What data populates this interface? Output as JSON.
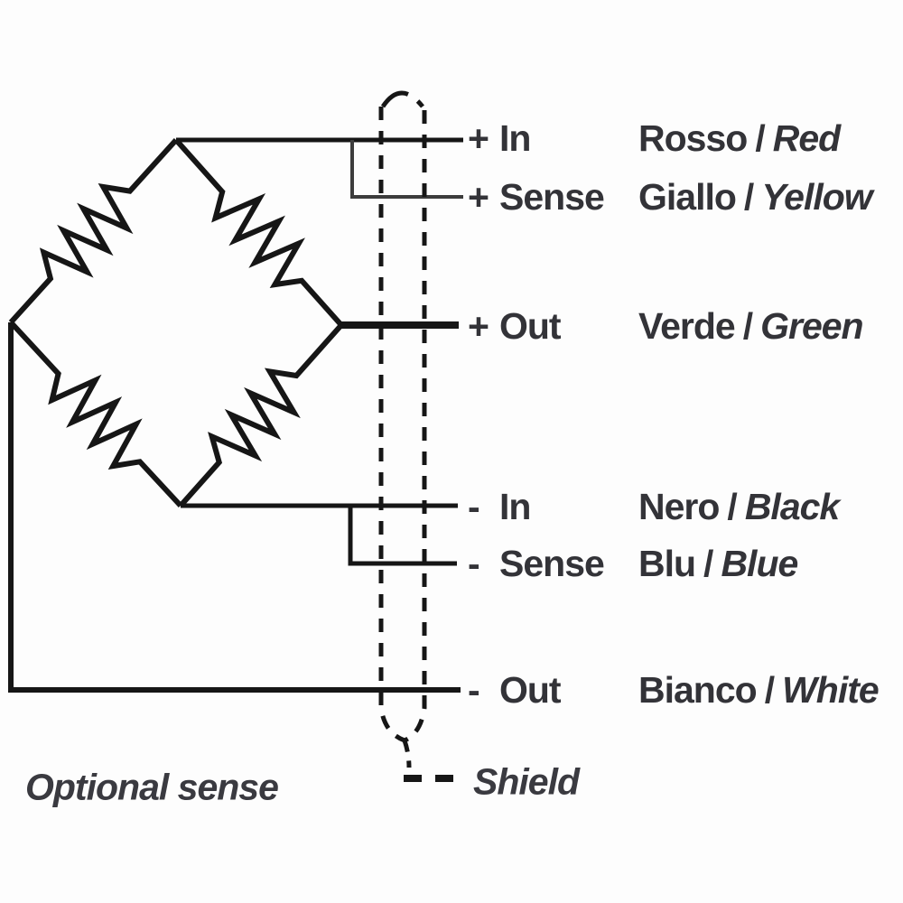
{
  "diagram_kind": "load-cell wheatstone-bridge wiring diagram",
  "separator": "/",
  "connections": [
    {
      "sign": "+",
      "signal": "In",
      "color_it": "Rosso",
      "color_en": "Red"
    },
    {
      "sign": "+",
      "signal": "Sense",
      "color_it": "Giallo",
      "color_en": "Yellow"
    },
    {
      "sign": "+",
      "signal": "Out",
      "color_it": "Verde",
      "color_en": "Green"
    },
    {
      "sign": "-",
      "signal": "In",
      "color_it": "Nero",
      "color_en": "Black"
    },
    {
      "sign": "-",
      "signal": "Sense",
      "color_it": "Blu",
      "color_en": "Blue"
    },
    {
      "sign": "-",
      "signal": "Out",
      "color_it": "Bianco",
      "color_en": "White"
    }
  ],
  "notes": {
    "optional_sense": "Optional sense",
    "shield": "Shield"
  },
  "colors": {
    "wire": "#161616",
    "sense_wire": "#3c3c3c",
    "text": "#333338",
    "background": "#fdfdfd"
  }
}
